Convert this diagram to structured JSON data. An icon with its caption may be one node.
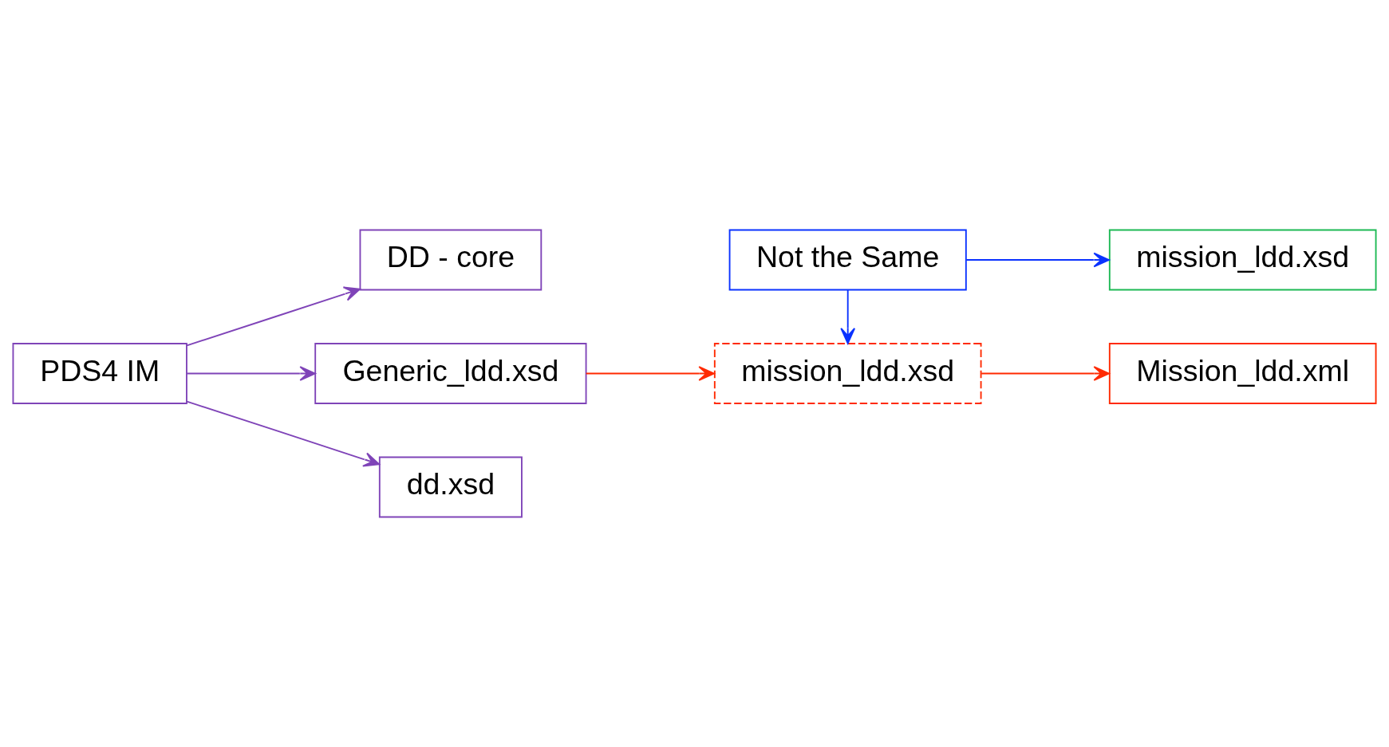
{
  "diagram": {
    "nodes": [
      {
        "text": [
          "PDS4 IM"
        ]
      },
      {
        "text": [
          "DD - core"
        ]
      },
      {
        "text": [
          "Generic_ldd.xsd"
        ]
      },
      {
        "text": [
          "mission_ldd.xsd"
        ]
      },
      {
        "text": [
          "Mission_ldd.xml"
        ]
      },
      {
        "text": [
          "Not the Same"
        ]
      },
      {
        "text": [
          "dd.xsd"
        ]
      },
      {
        "text": [
          "mission_ldd.xsd"
        ]
      }
    ],
    "edges": [
      {
        "from": 0,
        "to": 1,
        "arrow": "to"
      },
      {
        "from": 0,
        "to": 2,
        "arrow": "to"
      },
      {
        "from": 0,
        "to": 6,
        "arrow": "to"
      },
      {
        "from": 2,
        "to": 3,
        "arrow": "to",
        "color": "#ff2a00"
      },
      {
        "from": 3,
        "to": 4,
        "arrow": "to",
        "color": "#ff2a00"
      },
      {
        "from": 5,
        "to": 3,
        "arrow": "to",
        "color": "#0a32ff"
      },
      {
        "from": 5,
        "to": 7,
        "arrow": "to",
        "color": "#0a32ff"
      }
    ]
  }
}
